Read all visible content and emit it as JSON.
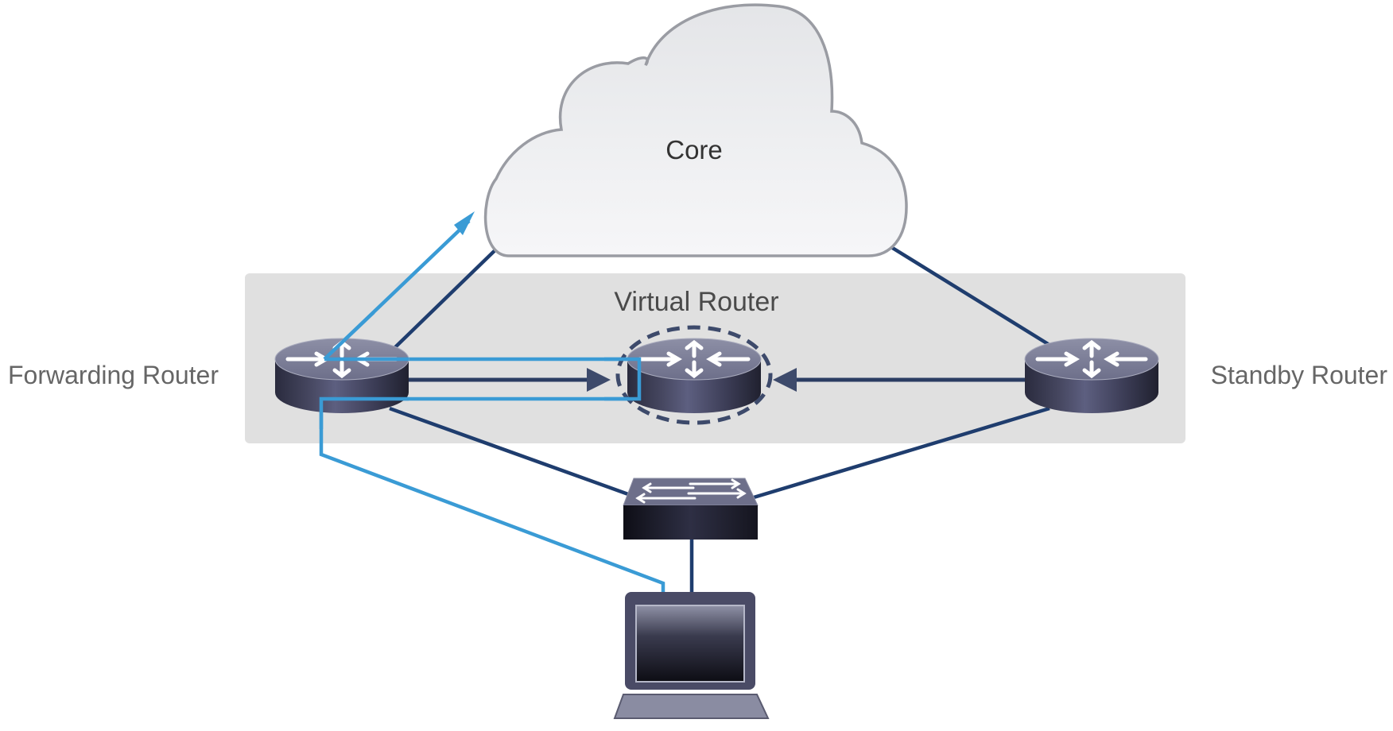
{
  "diagram": {
    "title": "First Hop Redundancy - Virtual Router",
    "cloud": {
      "label": "Core"
    },
    "group": {
      "label": "Virtual Router"
    },
    "nodes": {
      "forwarding": {
        "label": "Forwarding Router",
        "type": "router"
      },
      "virtual": {
        "label": "",
        "type": "virtual-router"
      },
      "standby": {
        "label": "Standby Router",
        "type": "router"
      },
      "switch": {
        "label": "",
        "type": "switch"
      },
      "host": {
        "label": "",
        "type": "laptop"
      }
    },
    "colors": {
      "link": "#1f3d6e",
      "traffic_path": "#3a9bd5",
      "group_bg": "#e0e0e0",
      "label_text": "#666666",
      "device_body": "#3a3b55"
    },
    "links": [
      {
        "from": "forwarding",
        "to": "core"
      },
      {
        "from": "standby",
        "to": "core"
      },
      {
        "from": "forwarding",
        "to": "switch"
      },
      {
        "from": "standby",
        "to": "switch"
      },
      {
        "from": "switch",
        "to": "host"
      },
      {
        "from": "forwarding",
        "to": "virtual",
        "arrow": true
      },
      {
        "from": "standby",
        "to": "virtual",
        "arrow": true
      }
    ],
    "traffic_path": [
      "host",
      "virtual",
      "forwarding",
      "core"
    ]
  }
}
